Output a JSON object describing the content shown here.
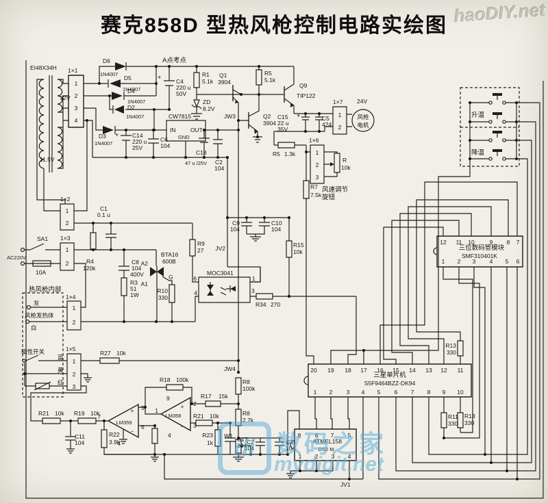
{
  "title": "赛克858D 型热风枪控制电路实绘图",
  "watermark": {
    "top_right": "haoDIY.net",
    "logo": "di",
    "site_cn": "数码之家",
    "site_en": "mydigit.net"
  },
  "xformer": {
    "model": "EI48X34H",
    "w32": "32V",
    "w115": "11.5V"
  },
  "conn": {
    "x1": {
      "l": "1×1",
      "p": [
        "1",
        "2",
        "3",
        "4"
      ]
    },
    "x2": {
      "l": "1×2",
      "p": [
        "1",
        "2"
      ]
    },
    "x3": {
      "l": "1×3",
      "p": [
        "1",
        "2"
      ]
    },
    "x4": {
      "l": "1×4",
      "p": [
        "1",
        "2"
      ]
    },
    "x5": {
      "l": "1×5",
      "p": [
        "1",
        "2",
        "3"
      ]
    },
    "x6": {
      "l": "1×6",
      "p": [
        "1",
        "2",
        "3"
      ]
    },
    "x7": {
      "l": "1×7",
      "p": [
        "1",
        "2"
      ]
    }
  },
  "diode": {
    "d2": {
      "r": "D2",
      "v": "1N4007"
    },
    "d3": {
      "r": "D3",
      "v": "1N4007"
    },
    "d4": {
      "r": "D4",
      "v": "1N4007"
    },
    "d5": {
      "r": "D5",
      "v": "1N4007"
    },
    "d6": {
      "r": "D6",
      "v": "1N4007"
    },
    "zd": {
      "r": "ZD",
      "v": "8.2V"
    }
  },
  "reg": {
    "r": "CW7815",
    "pin_in": "IN",
    "pin_out": "OUT",
    "pin_gnd": "GND"
  },
  "tr": {
    "q1": {
      "r": "Q1",
      "v": "3904"
    },
    "q2": {
      "r": "Q2",
      "v": "3904"
    },
    "q9": {
      "r": "Q9",
      "v": "TIP122"
    },
    "triac": {
      "r": "BTA16",
      "v": "600B",
      "a2": "A2",
      "a1": "A1",
      "g": "G"
    }
  },
  "opto": {
    "r": "MOC3041",
    "p6": "6",
    "p4": "4",
    "p1": "1",
    "p3": "3"
  },
  "res": {
    "r1": {
      "r": "R1",
      "v": "5.1k"
    },
    "r5a": {
      "r": "R5",
      "v": "5.1k"
    },
    "r5b": {
      "r": "R5",
      "v": "1.3k"
    },
    "r7": {
      "r": "R7",
      "v": "7.5k"
    },
    "rp": {
      "r": "R",
      "v": "10k"
    },
    "r4": {
      "r": "R4",
      "v": "120k"
    },
    "r3": {
      "r": "R3",
      "v": "51",
      "w": "1W"
    },
    "r9": {
      "r": "R9",
      "v": "27"
    },
    "r10": {
      "r": "R10",
      "v": "330"
    },
    "r15": {
      "r": "R15",
      "v": "10k"
    },
    "r34": {
      "r": "R34",
      "v": "270"
    },
    "r13a": {
      "r": "R13",
      "v": "330"
    },
    "r11": {
      "r": "R11",
      "v": "330"
    },
    "r13b": {
      "r": "R13",
      "v": "330"
    },
    "r27": {
      "r": "R27",
      "v": "10k"
    },
    "r21a": {
      "r": "R21",
      "v": "10k"
    },
    "r19": {
      "r": "R19",
      "v": "10k"
    },
    "r22": {
      "r": "R22",
      "v": "3.9k"
    },
    "r18": {
      "r": "R18",
      "v": "100k"
    },
    "r17": {
      "r": "R17",
      "v": "15k"
    },
    "r21b": {
      "r": "R21",
      "v": "10k"
    },
    "r23": {
      "r": "R23",
      "v": "1k"
    },
    "r8a": {
      "r": "R8",
      "v": "100k"
    },
    "r8b": {
      "r": "R8",
      "v": "2.7k"
    },
    "w1": {
      "r": "W1"
    }
  },
  "cap": {
    "c4": {
      "r": "C4",
      "v": "220 u",
      "t": "50V"
    },
    "c14": {
      "r": "C14",
      "v": "220 u",
      "t": "25V"
    },
    "c6": {
      "r": "C6",
      "v": "104"
    },
    "c18": {
      "r": "C18",
      "v": "47 u /25V"
    },
    "c2": {
      "r": "C2",
      "v": "104"
    },
    "c15": {
      "r": "C15",
      "v": "22 u",
      "t": "35V"
    },
    "c5": {
      "r": "C5",
      "v": "474"
    },
    "c1": {
      "r": "C1",
      "v": "0.1 u"
    },
    "c8": {
      "r": "C8",
      "v": "104",
      "t": "400V"
    },
    "c9": {
      "r": "C9",
      "v": "104"
    },
    "c10": {
      "r": "C10",
      "v": "104"
    },
    "c11": {
      "r": "C11",
      "v": "104"
    },
    "c17": {
      "r": "C17",
      "v": "104"
    },
    "c2b": {
      "r": "C2",
      "v": "104"
    },
    "c3": {
      "r": "C3",
      "v": "104"
    }
  },
  "ic": {
    "disp": {
      "name": "三位数码管模块",
      "model": "SMF310401K",
      "pt": [
        "12",
        "11",
        "10",
        "9",
        "8",
        "7"
      ],
      "pb": [
        "1",
        "2",
        "3",
        "4",
        "5",
        "6"
      ]
    },
    "mcu": {
      "name": "三星单片机",
      "model": "S5F9464BZZ-DK94",
      "pt": [
        "20",
        "19",
        "18",
        "17",
        "16",
        "15",
        "14",
        "13",
        "12",
        "11"
      ],
      "pb": [
        "1",
        "2",
        "3",
        "4",
        "5",
        "6",
        "7",
        "8",
        "9",
        "10"
      ]
    },
    "ee": {
      "name": "ATMEL158",
      "model": "DS2 M",
      "pt": [
        "8",
        "6",
        "7",
        "5"
      ],
      "pb": [
        "1",
        "2",
        "3",
        "4"
      ]
    },
    "op1": {
      "name": "LM359",
      "p5": "5",
      "p6": "6",
      "p7": "7",
      "p4": "4"
    },
    "op2": {
      "name": "LM358",
      "p1": "1",
      "p2": "2",
      "p3": "3",
      "p4": "4",
      "p9": "9"
    }
  },
  "motor": {
    "v": "24V",
    "l1": "风枪",
    "l2": "电机"
  },
  "btn": {
    "up": "升温",
    "down": "降温"
  },
  "txt": {
    "ac": "AC220V",
    "fuse": "10A",
    "sw": "SA1",
    "apoint": "A点考点",
    "fan1": "风速调节",
    "fan2": "旋钮",
    "box": "热风枪内部",
    "heat": "风枪发热体",
    "mag": "磁性开关",
    "gray": "灰",
    "white": "白",
    "blue": "蓝",
    "yellow": "黄",
    "red": "红",
    "jw3": "JW3",
    "jw4": "JW4",
    "jv1": "JV1",
    "jv2": "JV2",
    "plus": "+",
    "minus": "−"
  }
}
